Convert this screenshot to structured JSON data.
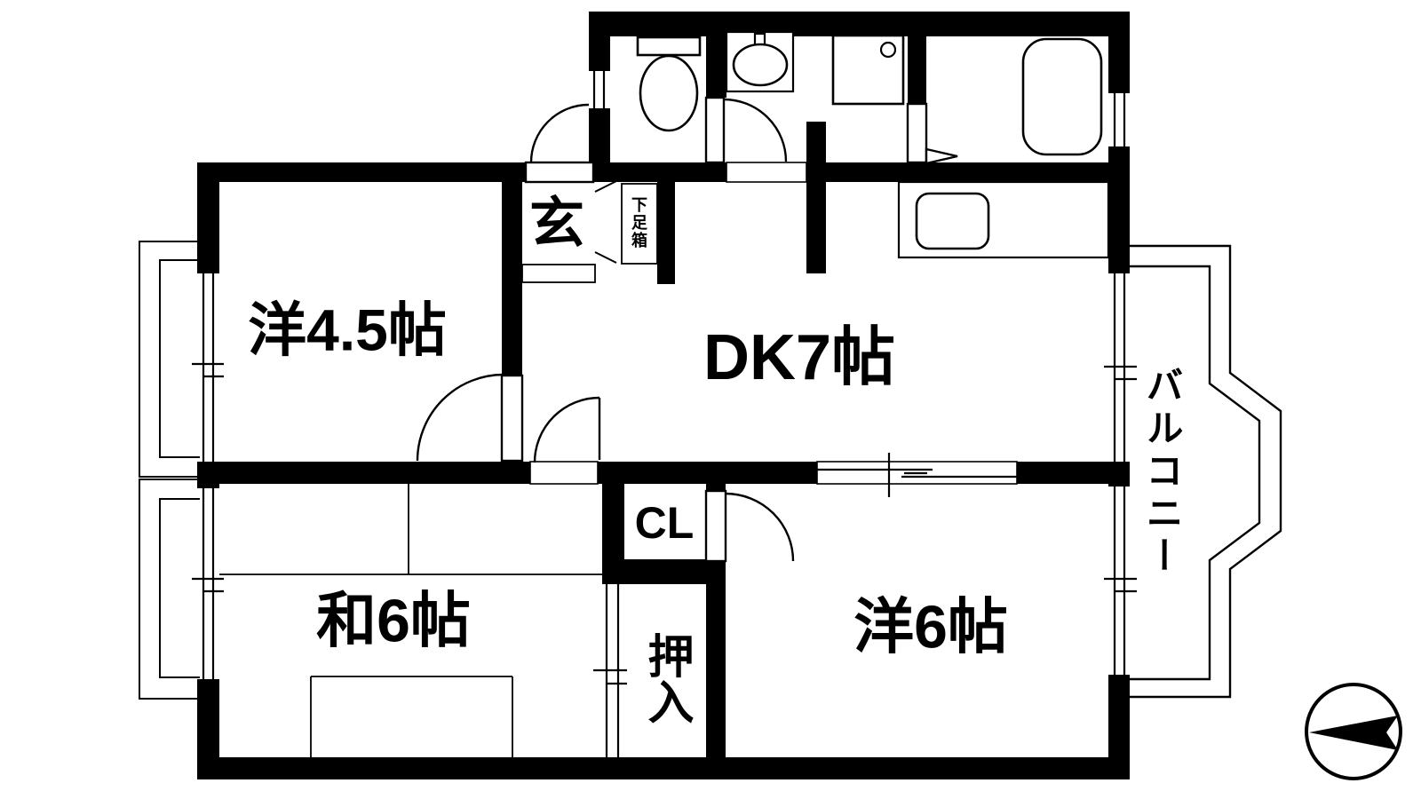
{
  "plan": {
    "type": "apartment-floorplan",
    "rooms": {
      "western45": {
        "label": "洋4.5帖"
      },
      "dk": {
        "label": "DK7帖"
      },
      "japanese6": {
        "label": "和6帖"
      },
      "western6": {
        "label": "洋6帖"
      },
      "genkan": {
        "label": "玄"
      },
      "shoebox": {
        "label": "下足箱"
      },
      "closet": {
        "label": "CL"
      },
      "oshiire": {
        "label": "押入"
      },
      "balcony": {
        "label": "バルコニー"
      }
    },
    "icons": {
      "north_arrow": "compass-arrow-pointing-left"
    },
    "colors": {
      "wall": "#000000",
      "floor": "#ffffff",
      "line": "#000000"
    }
  }
}
